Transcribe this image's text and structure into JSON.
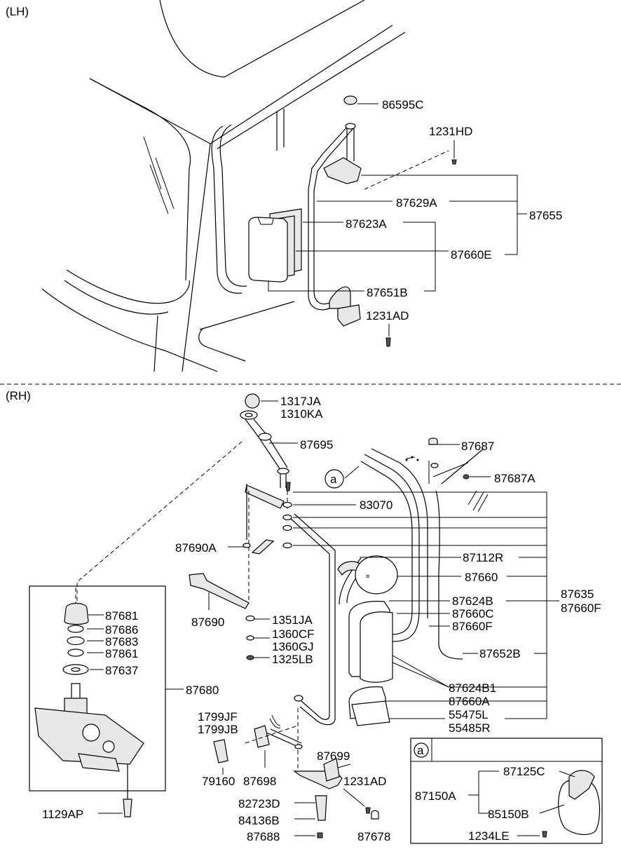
{
  "sections": {
    "lh": "(LH)",
    "rh": "(RH)"
  },
  "callouts": {
    "a_marker_main": "a",
    "a_marker_inset": "a"
  },
  "lh_labels": {
    "p86595C": "86595C",
    "p1231HD": "1231HD",
    "p87629A": "87629A",
    "p87655": "87655",
    "p87623A": "87623A",
    "p87660E": "87660E",
    "p87651B": "87651B",
    "p1231AD": "1231AD"
  },
  "rh_labels": {
    "p1317JA": "1317JA",
    "p1310KA": "1310KA",
    "p87695": "87695",
    "p87687": "87687",
    "p87687A": "87687A",
    "p83070": "83070",
    "p87690A": "87690A",
    "p87112R": "87112R",
    "p87660": "87660",
    "p87635": "87635",
    "p87660F_r": "87660F",
    "p87624B": "87624B",
    "p87660C": "87660C",
    "p87660F": "87660F",
    "p87690": "87690",
    "p1351JA": "1351JA",
    "p1360CF": "1360CF",
    "p1360GJ": "1360GJ",
    "p1325LB": "1325LB",
    "p87652B": "87652B",
    "p87681": "87681",
    "p87686": "87686",
    "p87683": "87683",
    "p87861": "87861",
    "p87637": "87637",
    "p87680": "87680",
    "p87624B1": "87624B1",
    "p87660A": "87660A",
    "p55475L": "55475L",
    "p55485R": "55485R",
    "p1799JF": "1799JF",
    "p1799JB": "1799JB",
    "p87699": "87699",
    "p79160": "79160",
    "p87698": "87698",
    "p1231AD_r": "1231AD",
    "p82723D": "82723D",
    "p84136B": "84136B",
    "p87688": "87688",
    "p87678": "87678",
    "p1129AP": "1129AP"
  },
  "inset_labels": {
    "p87125C": "87125C",
    "p87150A": "87150A",
    "p85150B": "85150B",
    "p1234LE": "1234LE"
  }
}
